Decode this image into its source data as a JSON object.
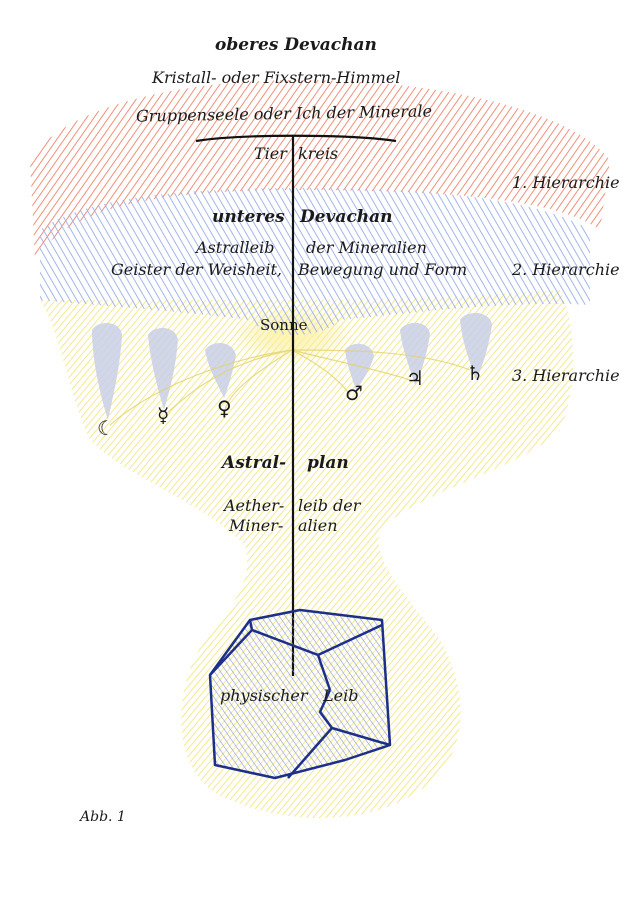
{
  "labels": {
    "oberes_devachan": "oberes Devachan",
    "fixstern_himmel": "Kristall- oder Fixstern-Himmel",
    "gruppenseele": "Gruppenseele oder Ich der Minerale",
    "tierkreis_left": "Tier",
    "tierkreis_right": "kreis",
    "unteres_left": "unteres",
    "unteres_right": "Devachan",
    "astralleib_left": "Astralleib",
    "astralleib_right": "der Mineralien",
    "geister_left": "Geister der Weisheit,",
    "geister_right": "Bewegung und Form",
    "sonne": "Sonne",
    "astral_left": "Astral-",
    "astral_right": "plan",
    "aether_left": "Aether-",
    "aether_right": "leib der",
    "miner_left": "Miner-",
    "miner_right": "alien",
    "physischer_left": "physischer",
    "physischer_right": "Leib",
    "hierarchie_1": "1. Hierarchie",
    "hierarchie_2": "2. Hierarchie",
    "hierarchie_3": "3. Hierarchie",
    "caption": "Abb. 1"
  },
  "planet_symbols": {
    "moon": "☾",
    "mercury": "☿",
    "venus": "♀",
    "mars": "♂",
    "jupiter": "♃",
    "saturn": "♄"
  },
  "colors": {
    "red_band": "#f4a793",
    "blue_band": "#b9c6ee",
    "yellow_field": "#f7ee9a",
    "crystal_stroke": "#1e2f8a",
    "crystal_fill": "#d6dcf4",
    "axis_line": "#111111"
  }
}
